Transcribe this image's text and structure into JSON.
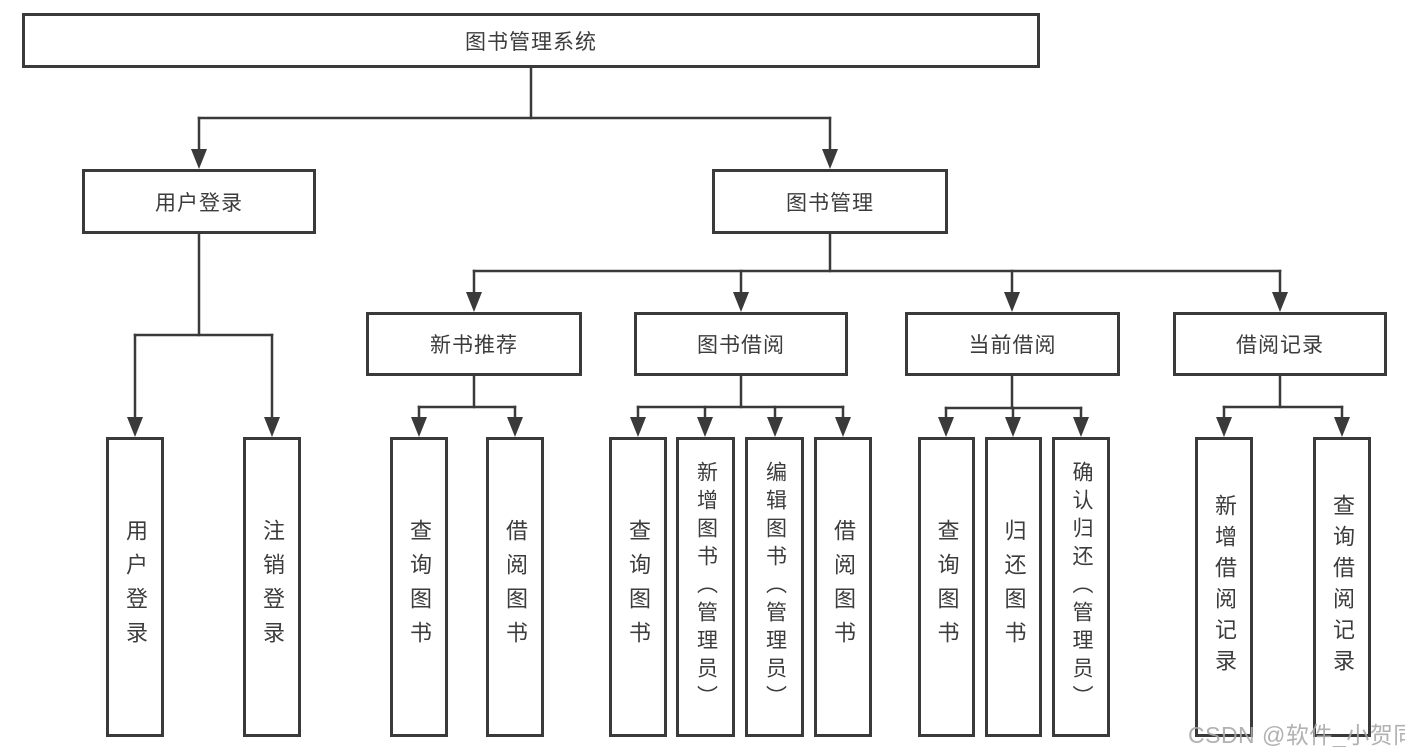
{
  "diagram_title": "图书管理系统",
  "tree": {
    "label": "图书管理系统",
    "children": [
      {
        "label": "用户登录",
        "children": [
          {
            "label": "用户登录"
          },
          {
            "label": "注销登录"
          }
        ]
      },
      {
        "label": "图书管理",
        "children": [
          {
            "label": "新书推荐",
            "children": [
              {
                "label": "查询图书"
              },
              {
                "label": "借阅图书"
              }
            ]
          },
          {
            "label": "图书借阅",
            "children": [
              {
                "label": "查询图书"
              },
              {
                "label": "新增图书（管理员）"
              },
              {
                "label": "编辑图书（管理员）"
              },
              {
                "label": "借阅图书"
              }
            ]
          },
          {
            "label": "当前借阅",
            "children": [
              {
                "label": "查询图书"
              },
              {
                "label": "归还图书"
              },
              {
                "label": "确认归还（管理员）"
              }
            ]
          },
          {
            "label": "借阅记录",
            "children": [
              {
                "label": "新增借阅记录"
              },
              {
                "label": "查询借阅记录"
              }
            ]
          }
        ]
      }
    ]
  },
  "watermark": {
    "text": "CSDN @软件_小贺同学"
  },
  "colors": {
    "line": "#3a3a3a",
    "text": "#3c3c3c",
    "node_background": "#ffffff",
    "page_background": "#ffffff",
    "watermark": "#a8a8a8"
  }
}
